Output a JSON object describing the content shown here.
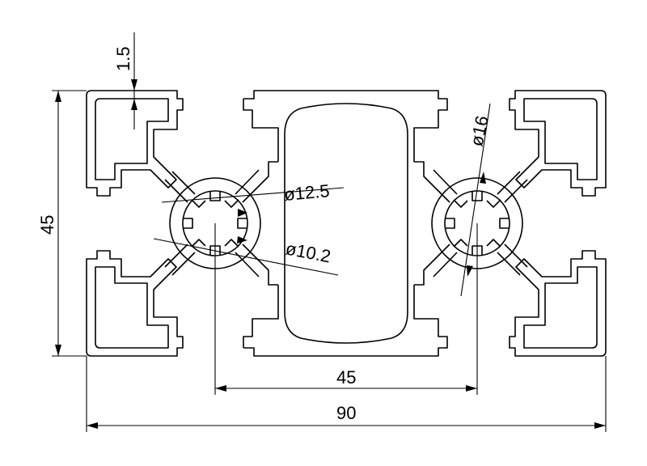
{
  "drawing": {
    "dimensions": {
      "wall_thickness": "1.5",
      "height": "45",
      "bore_outer_dia": "ø12.5",
      "bore_inner_dia": "ø10.2",
      "pitch": "45",
      "width": "90",
      "channel_dia": "ø16"
    },
    "colors": {
      "line": "#000000",
      "background": "#ffffff"
    }
  }
}
